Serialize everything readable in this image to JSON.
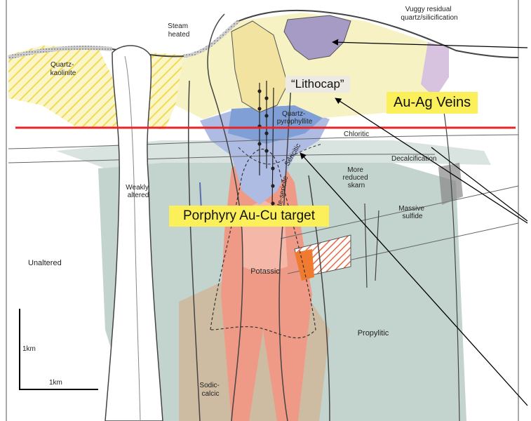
{
  "labels": {
    "steam_heated": [
      "Steam",
      "heated"
    ],
    "vuggy": [
      "Vuggy residual",
      "quartz/silicification"
    ],
    "quartz_kaolinite": [
      "Quartz-",
      "kaolinite"
    ],
    "quartz_pyrophyllite": [
      "Quartz-",
      "pyrophyllite"
    ],
    "chloritic": "Chloritic",
    "sericitic": "Sericitic",
    "chlorite_sericite": "Chlorite-sericite",
    "decalcification": "Decalcification",
    "more_reduced_skarn": [
      "More",
      "reduced",
      "skarn"
    ],
    "massive_sulfide": [
      "Massive",
      "sulfide"
    ],
    "weakly_altered": [
      "Weakly",
      "altered"
    ],
    "unaltered": "Unaltered",
    "potassic": "Potassic",
    "propylitic": "Propylitic",
    "sodic_calcic": [
      "Sodic-",
      "calcic"
    ],
    "scale_vertical": "1km",
    "scale_horizontal": "1km"
  },
  "callouts": {
    "lithocap": "“Lithocap”",
    "au_ag_veins": "Au-Ag Veins",
    "porphyry_target": "Porphyry Au-Cu target"
  },
  "colors": {
    "red_line": "#e8262a",
    "callout_yellow": "#fbf05a",
    "propylitic": "#b9cdc6",
    "potassic": "#ef9a86",
    "lithocap": "#f6f2c4",
    "quartz_pyrophyllite": "#7f9fd6",
    "vuggy": "#a59bc4",
    "sodic_calcic": "#cdbba2"
  }
}
